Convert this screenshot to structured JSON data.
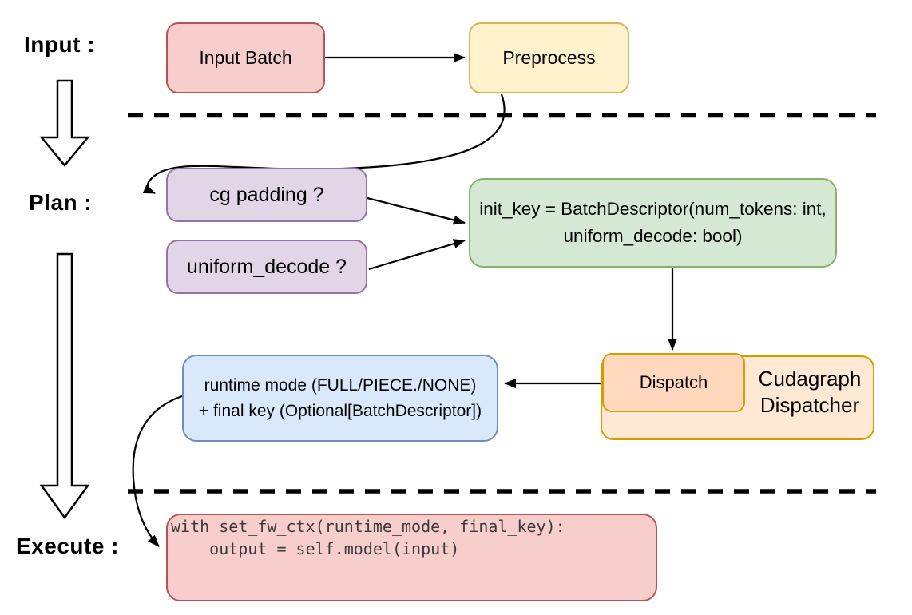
{
  "phases": {
    "input_label": "Input :",
    "plan_label": "Plan :",
    "execute_label": "Execute :"
  },
  "nodes": {
    "input_batch": {
      "label": "Input Batch",
      "fill": "#f8cecc",
      "stroke": "#b85450"
    },
    "preprocess": {
      "label": "Preprocess",
      "fill": "#fff2cc",
      "stroke": "#d6b656"
    },
    "cg_padding": {
      "label": "cg padding ?",
      "fill": "#e1d5e7",
      "stroke": "#9673a6"
    },
    "uniform_decode": {
      "label": "uniform_decode ?",
      "fill": "#e1d5e7",
      "stroke": "#9673a6"
    },
    "init_key": {
      "line1": "init_key = BatchDescriptor(num_tokens: int,",
      "line2": "uniform_decode: bool)",
      "fill": "#d5e8d4",
      "stroke": "#82b366"
    },
    "dispatch": {
      "label": "Dispatch",
      "fill": "#ffd8bd",
      "stroke": "#d79b00"
    },
    "cudagraph_dispatcher": {
      "line1": "Cudagraph",
      "line2": "Dispatcher",
      "fill": "#ffe9d4",
      "stroke": "#d79b00"
    },
    "runtime_mode": {
      "line1": "runtime mode (FULL/PIECE./NONE)",
      "line2": "+ final key (Optional[BatchDescriptor])",
      "fill": "#dae8fc",
      "stroke": "#6c8ebf"
    },
    "execute_code": {
      "line1": "with set_fw_ctx(runtime_mode, final_key):",
      "line2": "    output = self.model(input)",
      "fill": "#f8cecc",
      "stroke": "#b85450"
    }
  },
  "connector_color": "#000000"
}
